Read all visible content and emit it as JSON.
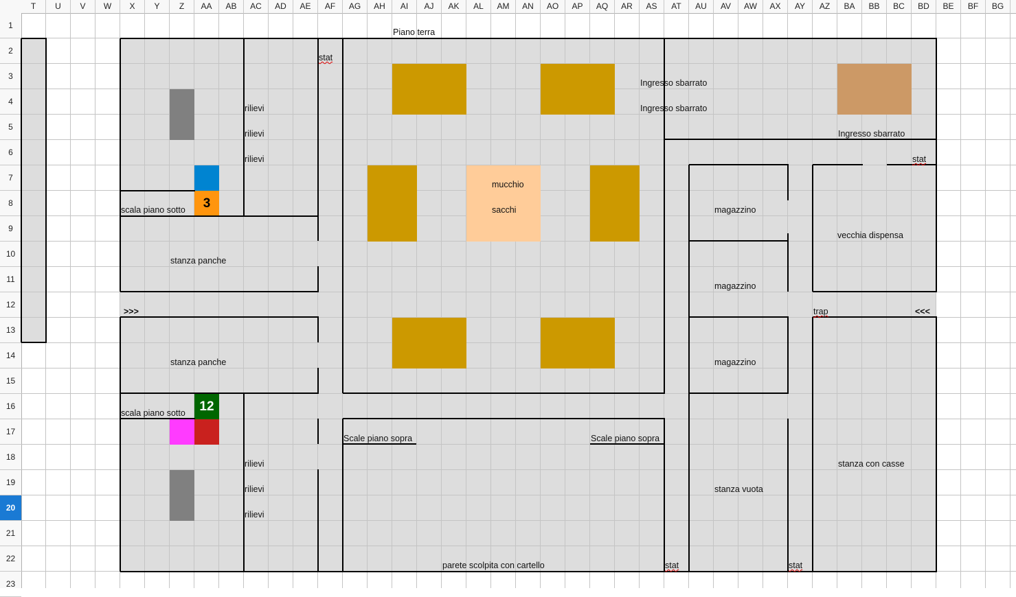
{
  "columns": [
    "T",
    "U",
    "V",
    "W",
    "X",
    "Y",
    "Z",
    "AA",
    "AB",
    "AC",
    "AD",
    "AE",
    "AF",
    "AG",
    "AH",
    "AI",
    "AJ",
    "AK",
    "AL",
    "AM",
    "AN",
    "AO",
    "AP",
    "AQ",
    "AR",
    "AS",
    "AT",
    "AU",
    "AV",
    "AW",
    "AX",
    "AY",
    "AZ",
    "BA",
    "BB",
    "BC",
    "BD",
    "BE",
    "BF",
    "BG"
  ],
  "rows": [
    "1",
    "2",
    "3",
    "4",
    "5",
    "6",
    "7",
    "8",
    "9",
    "10",
    "11",
    "12",
    "13",
    "14",
    "15",
    "16",
    "17",
    "18",
    "19",
    "20",
    "21",
    "22",
    "23"
  ],
  "selected_row": "20",
  "colors": {
    "gold": "#cc9900",
    "tan": "#cc9966",
    "peach": "#ffcc99",
    "blue": "#0084d1",
    "orange": "#ff950e",
    "green": "#006600",
    "magenta": "#ff3bff",
    "red": "#c9211e",
    "gray": "#808080"
  },
  "cells": {
    "piano_terra": "Piano terra",
    "stat1": "stat",
    "ingresso1": "Ingresso sbarrato",
    "ingresso2": "Ingresso sbarrato",
    "ingresso3": "Ingresso sbarrato",
    "stat2": "stat",
    "rilievi1": "rilievi",
    "rilievi2": "rilievi",
    "rilievi3": "rilievi",
    "mucchio": "mucchio",
    "sacchi": "sacchi",
    "scala_sotto1": "scala piano sotto",
    "num3": "3",
    "magazzino1": "magazzino",
    "vecchia_dispensa": "vecchia dispensa",
    "stanza_panche1": "stanza panche",
    "magazzino2": "magazzino",
    "arrow_right": ">>>",
    "trap": "trap",
    "arrow_left": "<<<",
    "stanza_panche2": "stanza panche",
    "magazzino3": "magazzino",
    "scala_sotto2": "scala piano sotto",
    "num12": "12",
    "scale_sopra1": "Scale piano sopra",
    "scale_sopra2": "Scale piano sopra",
    "rilievi4": "rilievi",
    "rilievi5": "rilievi",
    "rilievi6": "rilievi",
    "stanza_casse": "stanza con casse",
    "stanza_vuota": "stanza vuota",
    "parete": "parete scolpita con cartello",
    "stat3": "stat",
    "stat4": "stat"
  }
}
